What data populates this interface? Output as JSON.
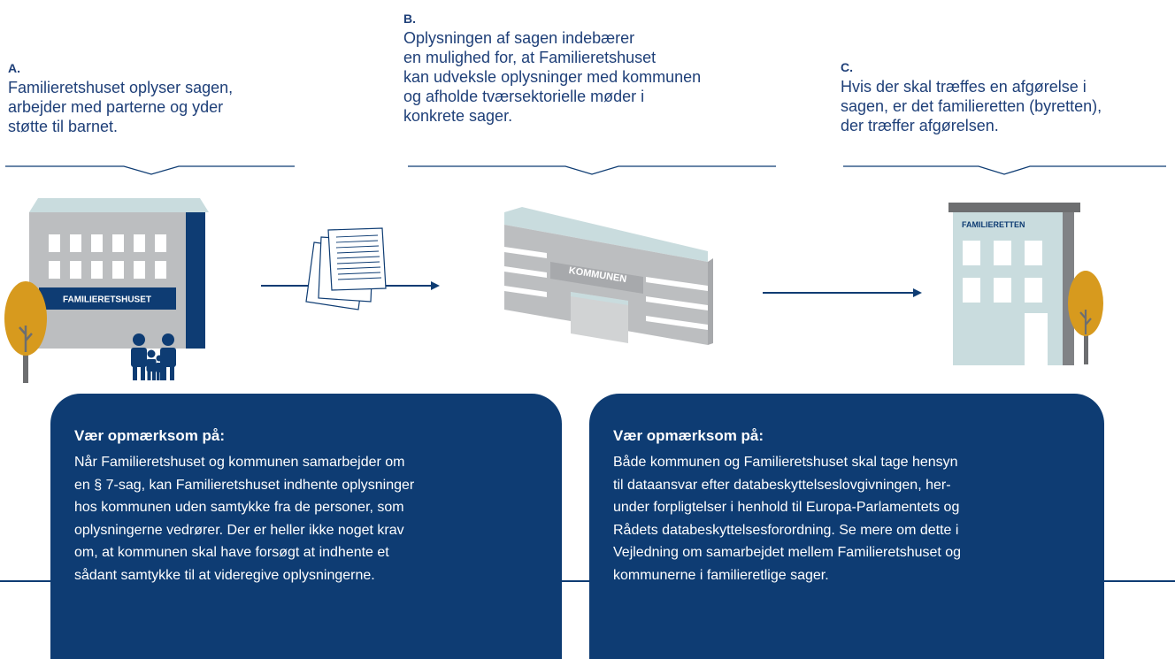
{
  "steps": [
    {
      "letter": "A.",
      "text": "Familieretshuset oplyser sagen,\narbejder med parterne og yder\nstøtte til barnet."
    },
    {
      "letter": "B.",
      "text": "Oplysningen af sagen indebærer\nen mulighed for, at Familieretshuset\nkan udveksle oplysninger med kommunen\nog afholde tværsektorielle møder i\nkonkrete sager."
    },
    {
      "letter": "C.",
      "text": "Hvis der skal træffes en afgørelse i\nsagen, er det familieretten (byretten),\nder træffer afgørelsen."
    }
  ],
  "buildings": {
    "familieretshuset": "FAMILIERETSHUSET",
    "kommunen": "KOMMUNEN",
    "familieretten": "FAMILIERETTEN"
  },
  "boxes": [
    {
      "heading": "Vær opmærksom på:",
      "body": "Når Familieretshuset og kommunen samarbejder om\nen § 7-sag, kan Familieretshuset indhente oplysninger\nhos kommunen uden samtykke fra de personer, som\noplysningerne vedrører. Der er heller ikke noget krav\nom, at kommunen skal have forsøgt at indhente et\nsådant samtykke til at videregive oplysningerne."
    },
    {
      "heading": "Vær opmærksom på:",
      "body": "Både kommunen og Familieretshuset skal tage hensyn\ntil dataansvar efter databeskyttelseslovgivningen, her-\nunder forpligtelser i henhold til Europa-Parlamentets og\nRådets databeskyttelsesforordning. Se mere om dette i\nVejledning om samarbejdet mellem Familieretshuset og\nkommunerne i familieretlige sager."
    }
  ],
  "colors": {
    "navy": "#0e3c73",
    "building_gray": "#bcbec0",
    "roof_light": "#c9dcde",
    "tree_gold": "#d79a1e",
    "trunk": "#6d6e70"
  }
}
